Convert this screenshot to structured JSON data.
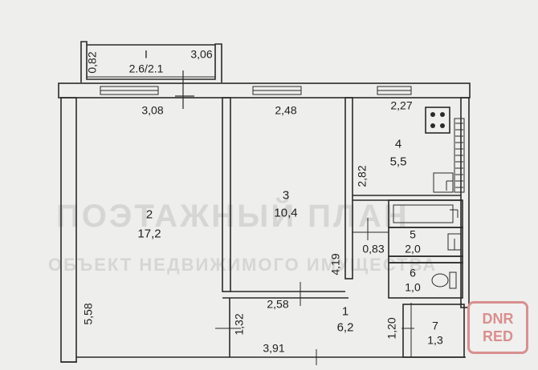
{
  "plan": {
    "balcony": {
      "number": "I",
      "area": "2.6/2.1",
      "dim_depth": "0,82",
      "dim_length": "3,06"
    },
    "rooms": [
      {
        "number": "1",
        "area": "6,2"
      },
      {
        "number": "2",
        "area": "17,2"
      },
      {
        "number": "3",
        "area": "10,4"
      },
      {
        "number": "4",
        "area": "5,5"
      },
      {
        "number": "5",
        "area": "2,0"
      },
      {
        "number": "6",
        "area": "1,0"
      },
      {
        "number": "7",
        "area": "1,3"
      }
    ],
    "dimensions": {
      "room2_width": "3,08",
      "room3_width": "2,48",
      "room4_width": "2,27",
      "room2_length": "5,58",
      "room4_length": "2,82",
      "room3_length": "4,19",
      "hall_corridor_width": "0,83",
      "hall_upper_width": "2,58",
      "hall_lower_width": "3,91",
      "hall_depth": "1,32",
      "room7_depth": "1,20"
    }
  },
  "watermark": {
    "logo_line1": "DNR",
    "logo_line2": "RED",
    "line1": "ПОЭТАЖНЫЙ ПЛАН",
    "line2": "ОБЪЕКТ НЕДВИЖИМОГО ИМУЩЕСТВА"
  }
}
